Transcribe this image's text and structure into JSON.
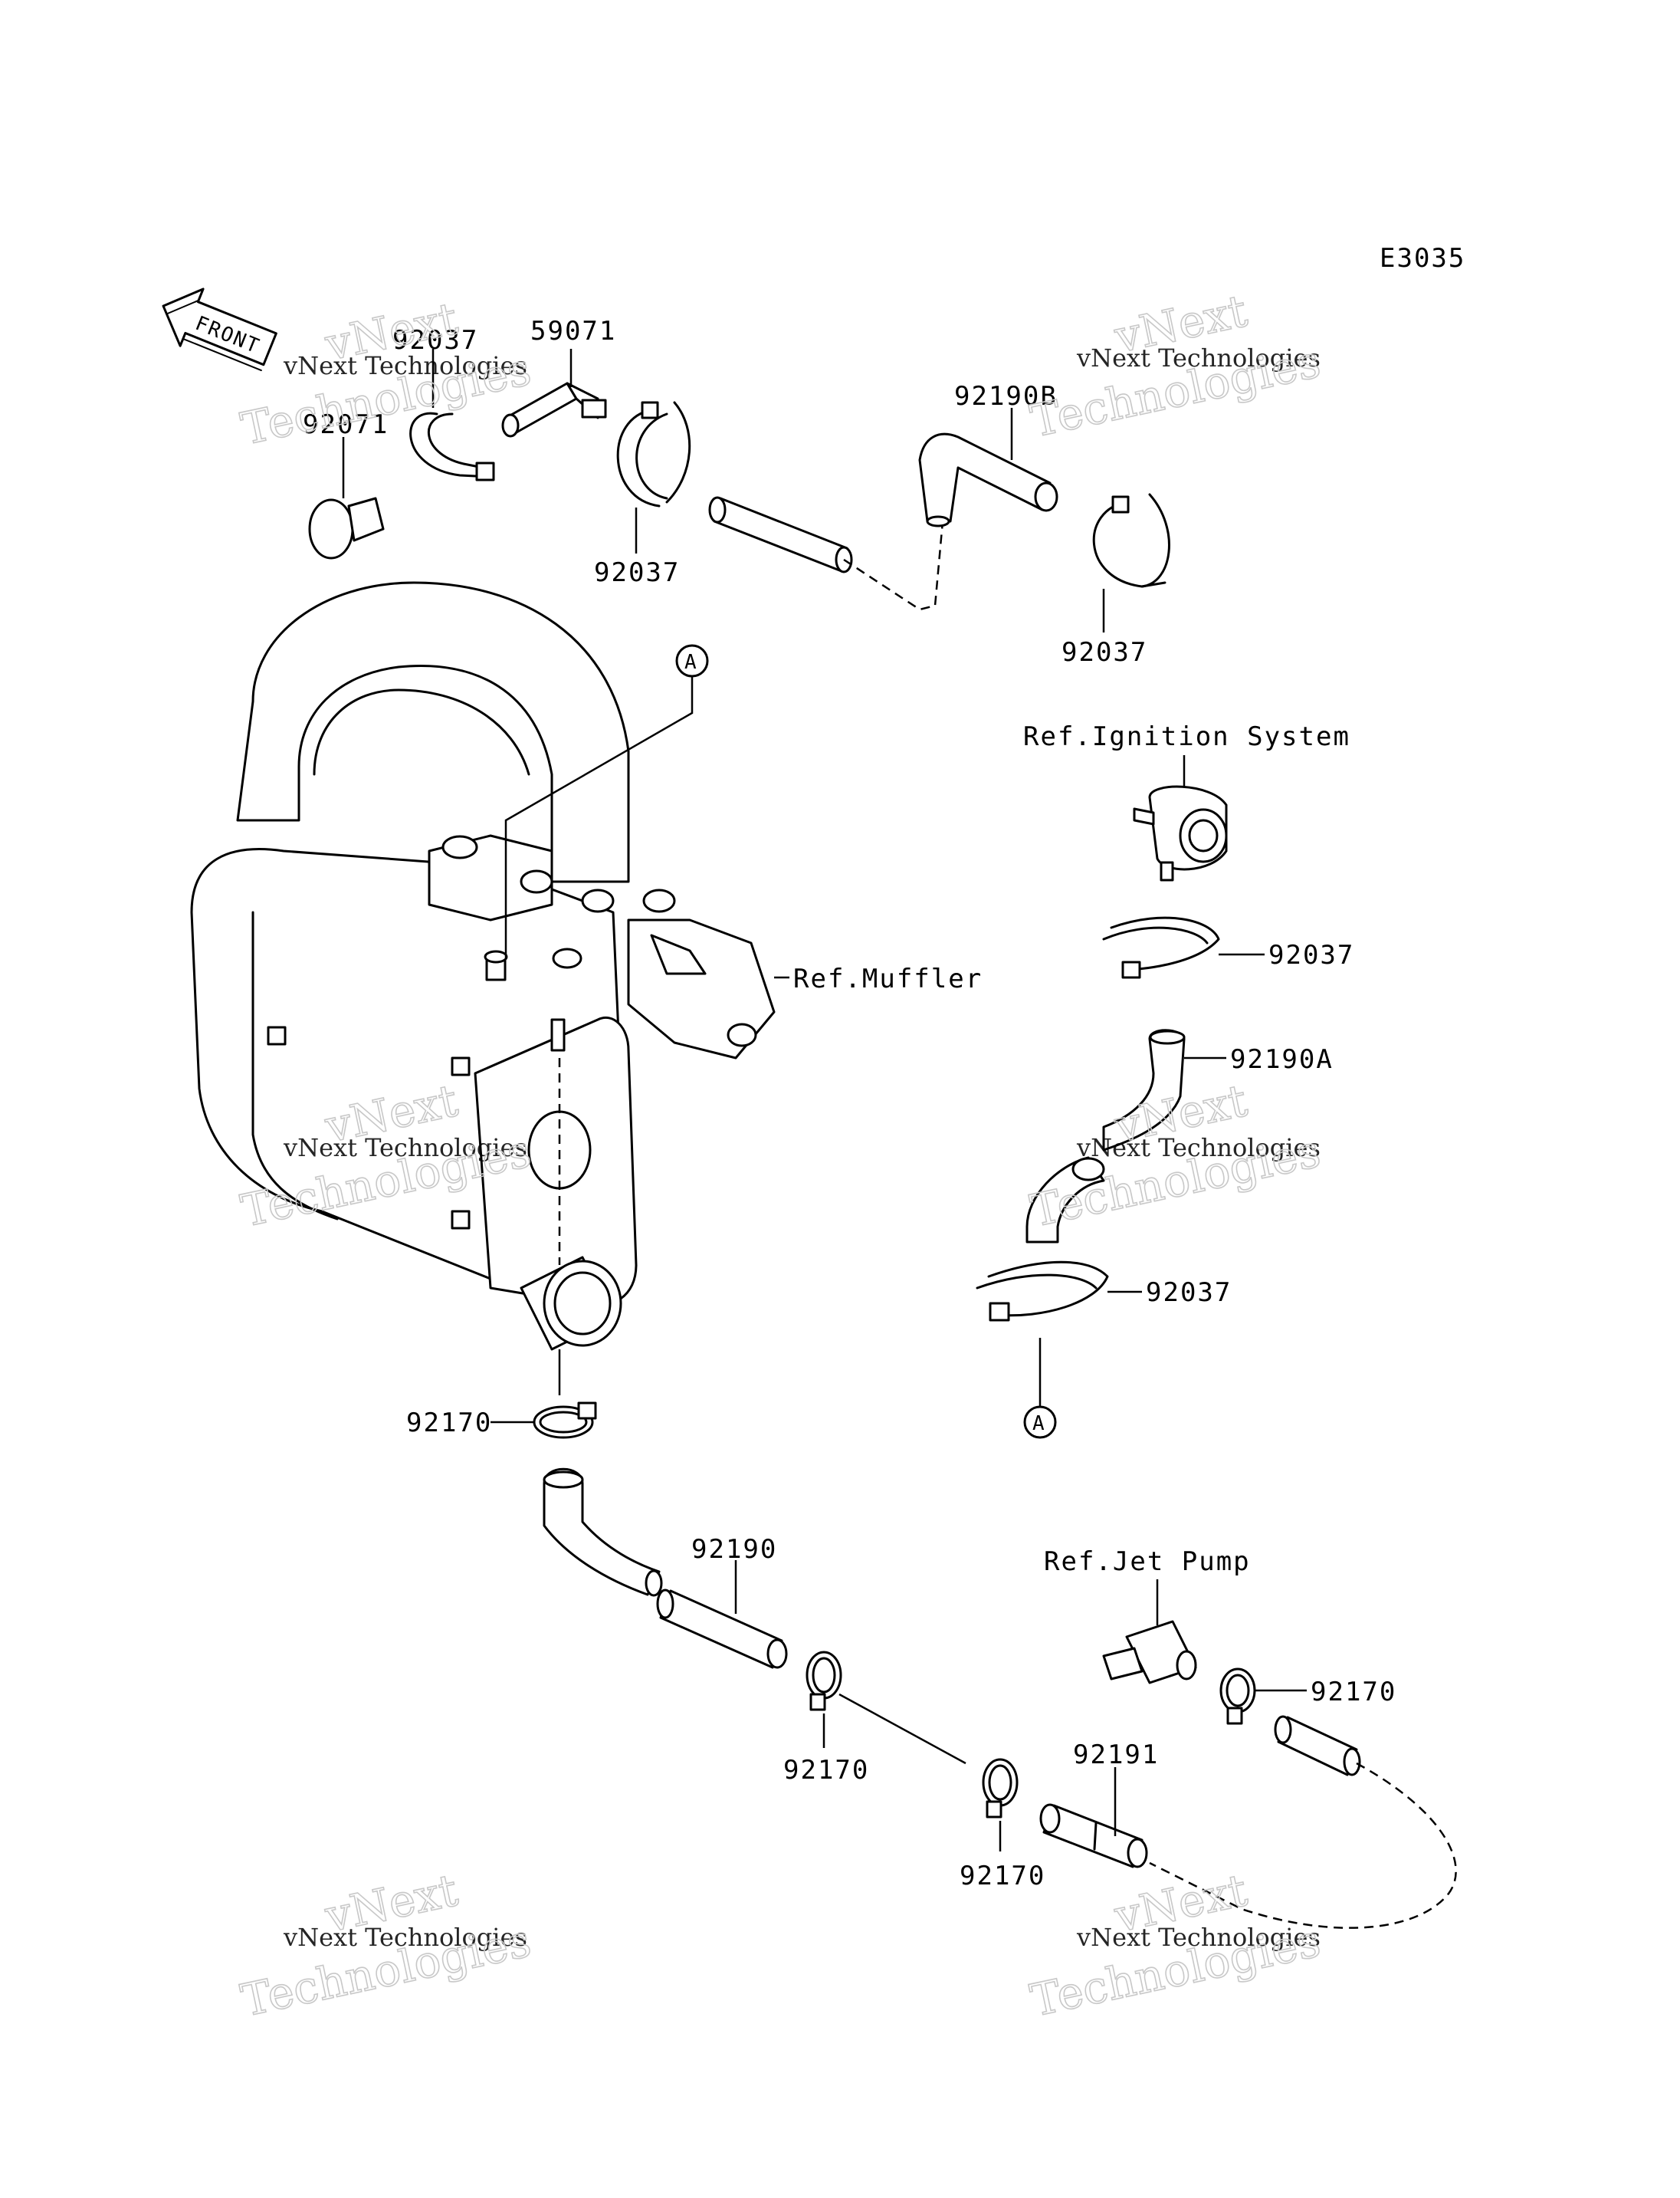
{
  "diagram_code": "E3035",
  "front_label": "FRONT",
  "watermark": {
    "small": "vNext Technologies",
    "brand": "vNext",
    "large": "Technologies"
  },
  "part_numbers": {
    "p92037_top_left": "92037",
    "p59071": "59071",
    "p92071": "92071",
    "p92037_mid": "92037",
    "p92190B": "92190B",
    "p92037_right": "92037",
    "p92037_ign": "92037",
    "p92190A": "92190A",
    "p92037_lower": "92037",
    "p92170_a": "92170",
    "p92190": "92190",
    "p92170_b": "92170",
    "p92170_c": "92170",
    "p92170_d": "92170",
    "p92191": "92191"
  },
  "references": {
    "ignition": "Ref.Ignition System",
    "muffler": "Ref.Muffler",
    "jet_pump": "Ref.Jet Pump"
  },
  "connectors": {
    "a_top": "A",
    "a_bottom": "A"
  }
}
